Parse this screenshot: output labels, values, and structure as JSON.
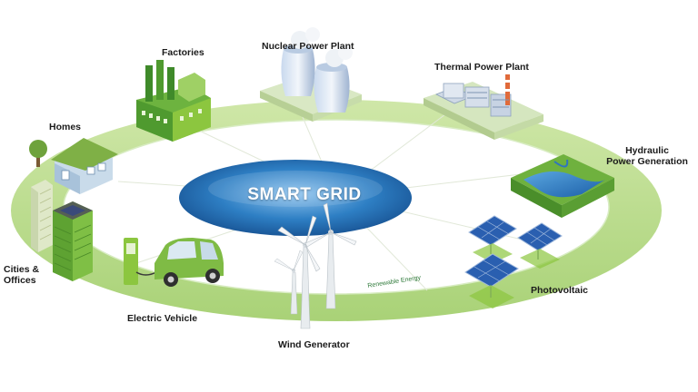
{
  "diagram": {
    "center_title": "SMART GRID",
    "ring_caption": "Renewable Energy",
    "nodes": {
      "factories": "Factories",
      "nuclear": "Nuclear Power Plant",
      "thermal": "Thermal Power Plant",
      "hydraulic_line1": "Hydraulic",
      "hydraulic_line2": "Power Generation",
      "homes": "Homes",
      "cities_line1": "Cities &",
      "cities_line2": "Offices",
      "electric_vehicle": "Electric Vehicle",
      "wind": "Wind Generator",
      "photovoltaic": "Photovoltaic"
    }
  },
  "colors": {
    "ring": "#b5d98a",
    "ring_inner": "#ffffff",
    "hub": "#1c6fb7",
    "hub_light": "#7fb6e6",
    "building": "#8cc63f",
    "building_dark": "#4f9a2f",
    "panel": "#2a5fb0"
  }
}
